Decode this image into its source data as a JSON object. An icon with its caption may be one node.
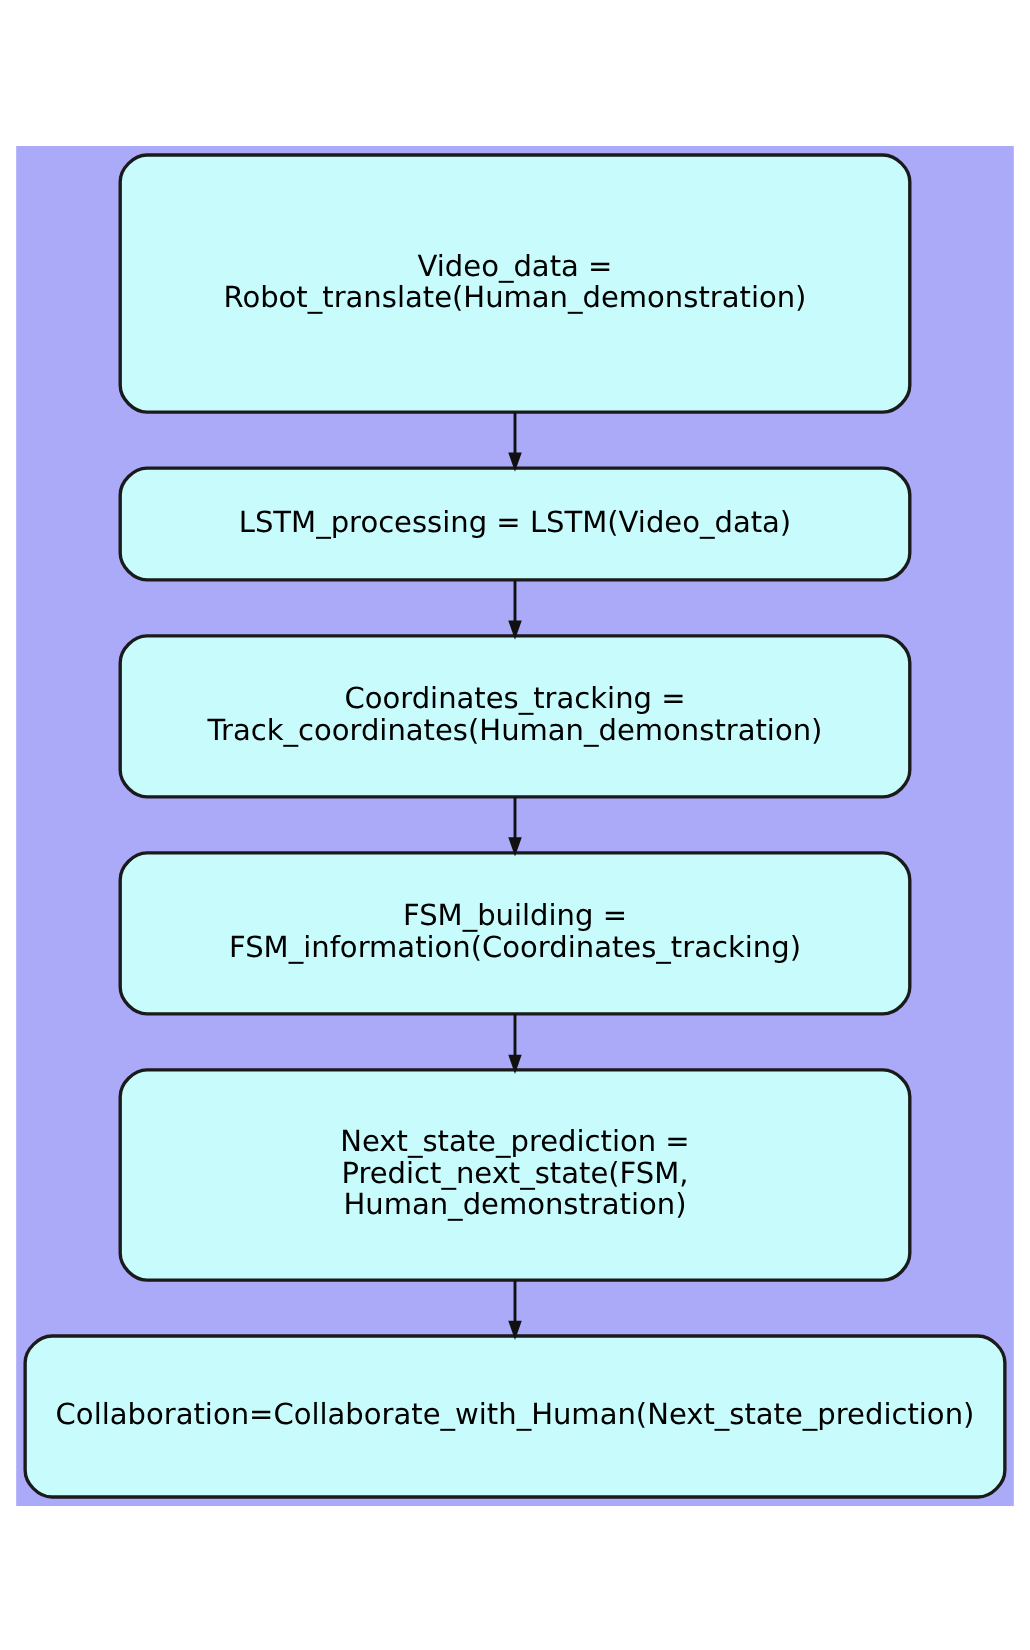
{
  "diagram": {
    "nodes": [
      {
        "text": [
          "Video_data = Robot_translate(Human_demonstration)"
        ]
      },
      {
        "text": [
          "LSTM_processing = LSTM(Video_data)"
        ]
      },
      {
        "text": [
          "Coordinates_tracking = Track_coordinates(Human_demonstration)"
        ]
      },
      {
        "text": [
          "FSM_building = FSM_information(Coordinates_tracking)"
        ]
      },
      {
        "text": [
          "Next_state_prediction = Predict_next_state(FSM, Human_demonstration)"
        ]
      },
      {
        "text": [
          "Collaboration=Collaborate_with_Human(Next_state_prediction)"
        ]
      }
    ],
    "edges": [
      {
        "from": 0,
        "to": 1,
        "arrow": "to"
      },
      {
        "from": 1,
        "to": 2,
        "arrow": "to"
      },
      {
        "from": 2,
        "to": 3,
        "arrow": "to"
      },
      {
        "from": 3,
        "to": 4,
        "arrow": "to"
      },
      {
        "from": 4,
        "to": 5,
        "arrow": "to"
      }
    ]
  }
}
